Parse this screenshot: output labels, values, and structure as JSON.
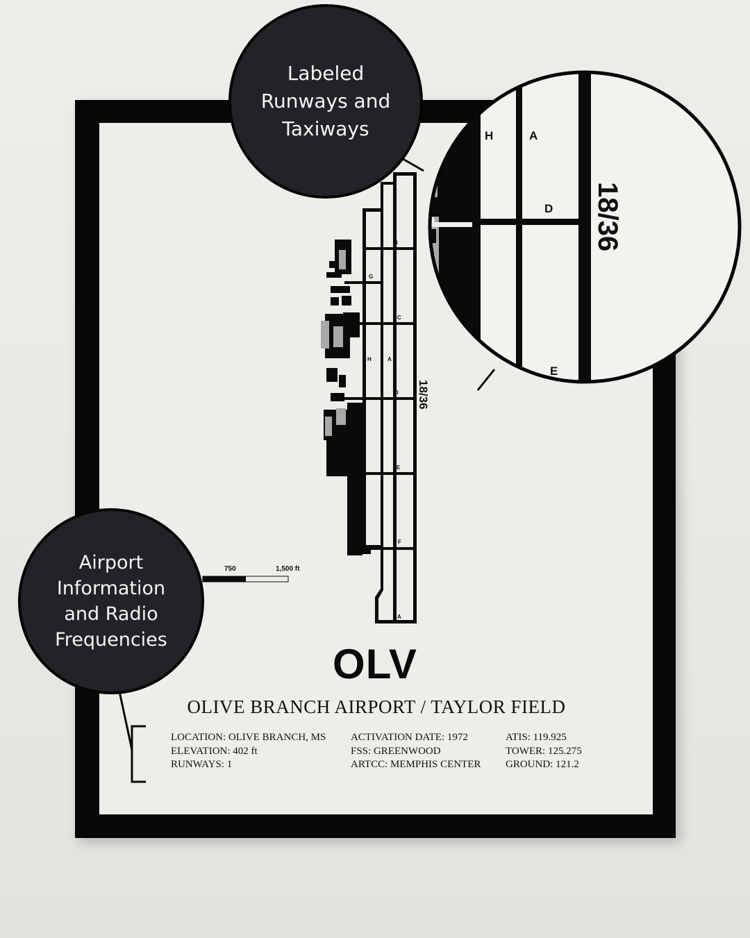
{
  "poster": {
    "code": "OLV",
    "name": "OLIVE BRANCH AIRPORT / TAYLOR FIELD",
    "info_columns": [
      [
        "LOCATION: OLIVE BRANCH, MS",
        "ELEVATION: 402 ft",
        "RUNWAYS: 1"
      ],
      [
        "ACTIVATION DATE: 1972",
        "FSS: GREENWOOD",
        "ARTCC: MEMPHIS CENTER"
      ],
      [
        "ATIS: 119.925",
        "TOWER: 125.275",
        "GROUND: 121.2"
      ]
    ],
    "runway_label": "18/36",
    "taxiway_labels": [
      "B",
      "G",
      "C",
      "H",
      "A",
      "D",
      "E",
      "F",
      "A"
    ],
    "scale": {
      "mid_label": "750",
      "end_label": "1,500 ft"
    }
  },
  "zoom": {
    "runway_label": "18/36",
    "taxiway_labels": [
      "H",
      "A",
      "D",
      "E"
    ]
  },
  "callouts": {
    "top": [
      "Labeled",
      "Runways and",
      "Taxiways"
    ],
    "left": [
      "Airport",
      "Information",
      "and Radio",
      "Frequencies"
    ]
  },
  "colors": {
    "frame": "#070707",
    "paper": "#efedea",
    "ink": "#0a0a0a",
    "building_gray": "#a9a9a9",
    "callout_fill": "#222326",
    "wall": "#ebe9e5"
  }
}
